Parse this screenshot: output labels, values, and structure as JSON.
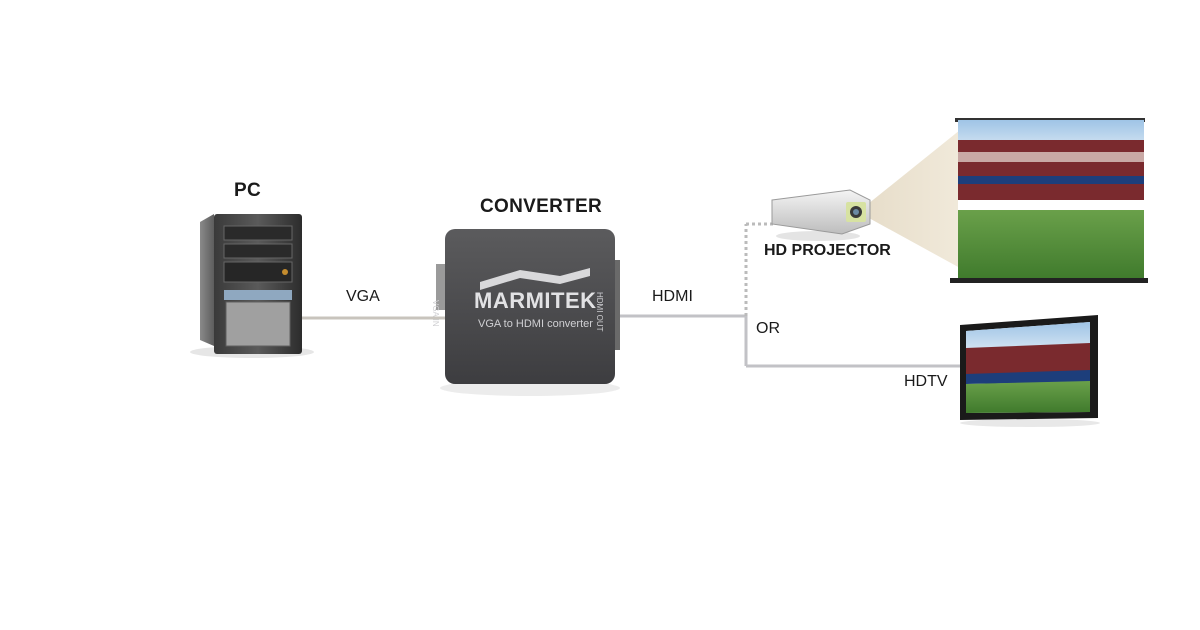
{
  "labels": {
    "pc": "PC",
    "converter": "CONVERTER",
    "vga": "VGA",
    "hdmi": "HDMI",
    "or": "OR",
    "hd_projector": "HD PROJECTOR",
    "hdtv": "HDTV"
  },
  "converter_device": {
    "brand": "MARMITEK",
    "subtitle": "VGA to HDMI converter",
    "port_left": "VGA IN",
    "port_right": "HDMI OUT"
  }
}
